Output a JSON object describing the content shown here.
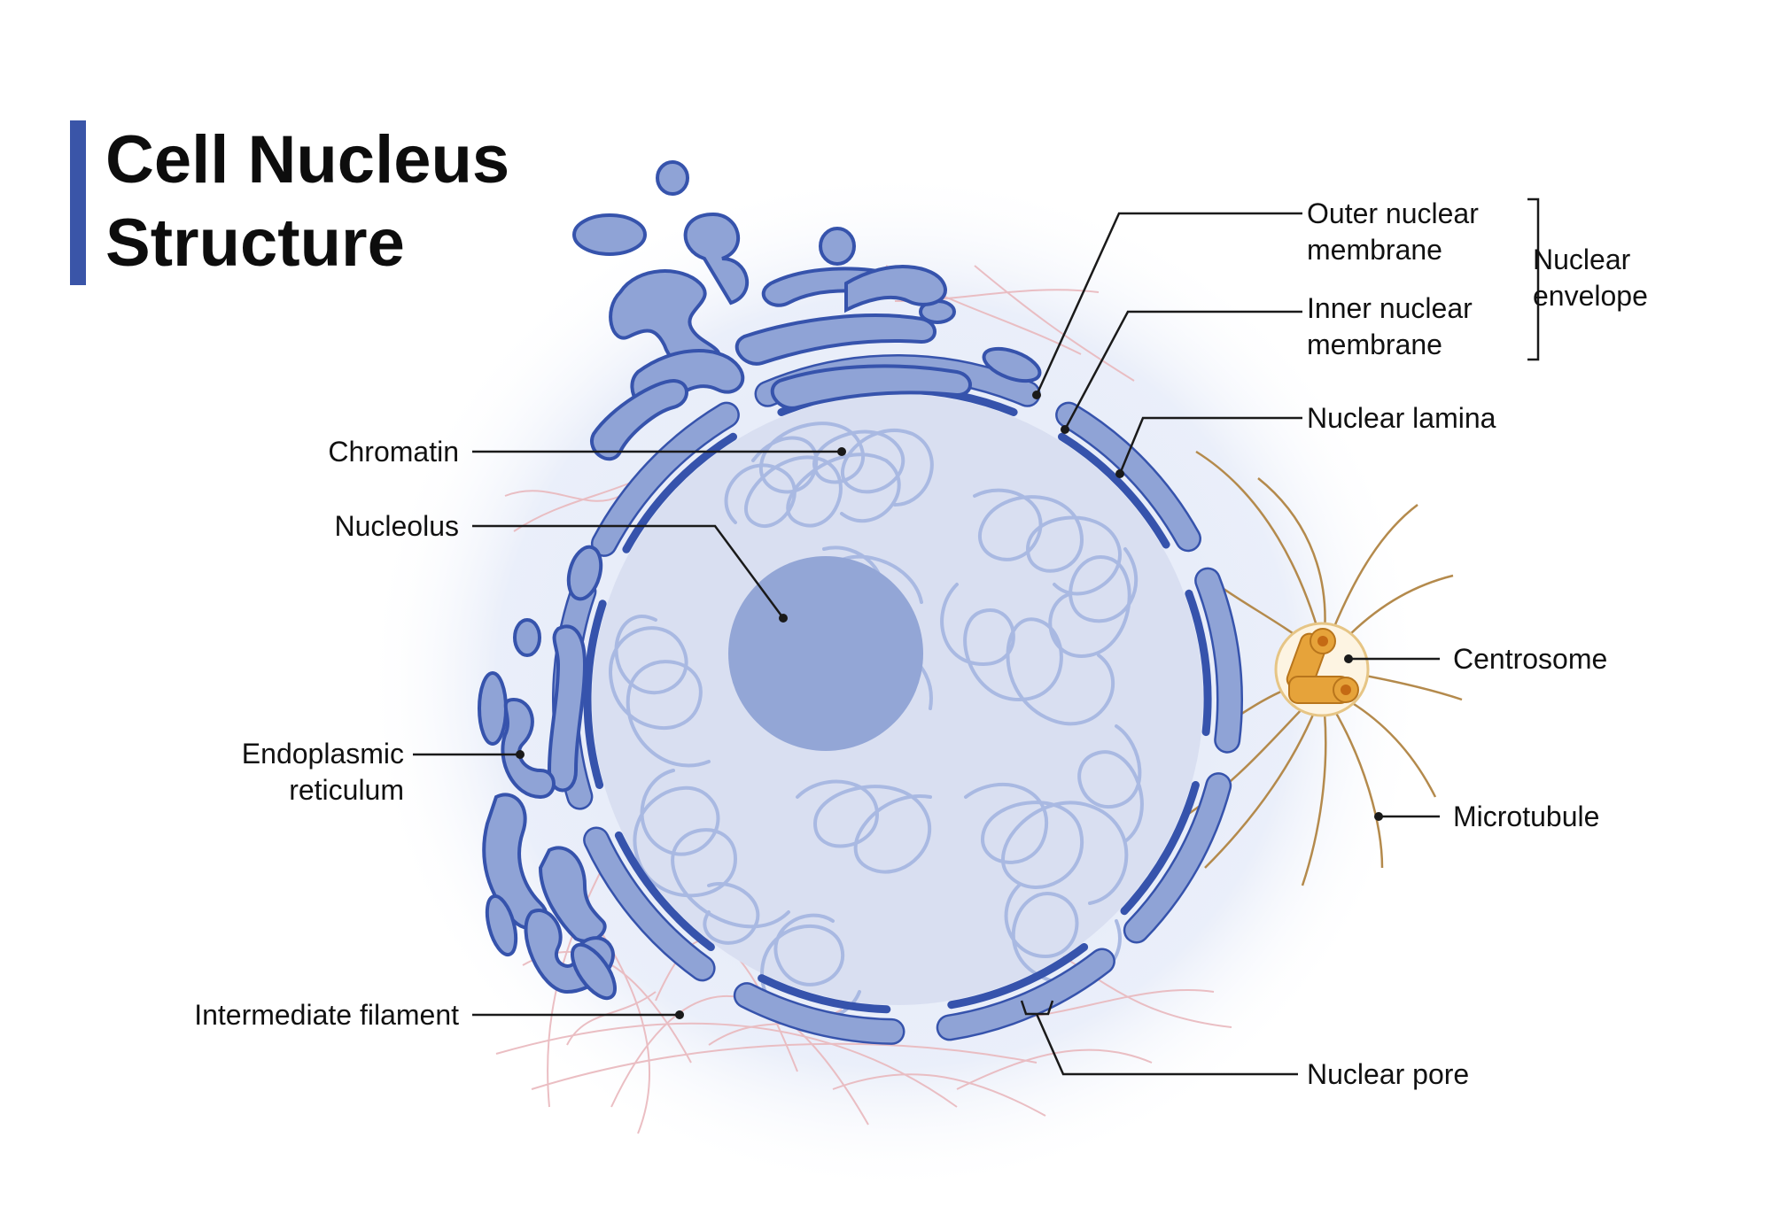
{
  "title": "Cell Nucleus\nStructure",
  "colors": {
    "accent": "#3a55a8",
    "membrane_outer": "#8fa3d6",
    "membrane_inner": "#3653ac",
    "nucleoplasm": "#d9dff1",
    "nucleolus": "#93a6d6",
    "chromatin": "#a9b9e2",
    "filament": "#e9b8bd",
    "microtubule": "#b48a4c",
    "centrosome": "#e6a33a"
  },
  "labels": {
    "outer_nuclear_membrane": "Outer nuclear\nmembrane",
    "inner_nuclear_membrane": "Inner nuclear\nmembrane",
    "nuclear_envelope": "Nuclear\nenvelope",
    "nuclear_lamina": "Nuclear lamina",
    "chromatin": "Chromatin",
    "nucleolus": "Nucleolus",
    "centrosome": "Centrosome",
    "endoplasmic_reticulum": "Endoplasmic\nreticulum",
    "microtubule": "Microtubule",
    "intermediate_filament": "Intermediate filament",
    "nuclear_pore": "Nuclear pore"
  }
}
